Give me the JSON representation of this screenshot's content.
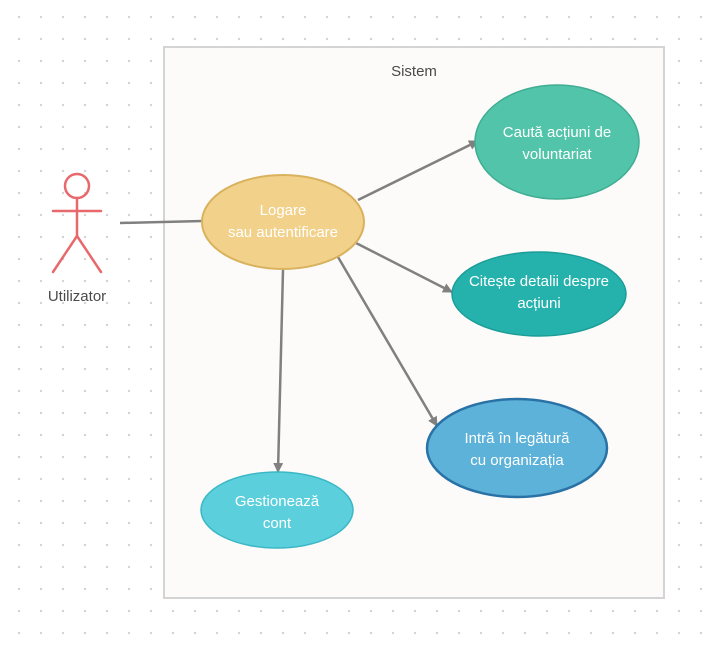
{
  "system": {
    "title": "Sistem"
  },
  "actor": {
    "name": "Utilizator",
    "color": "#e8696b"
  },
  "use_cases": [
    {
      "id": "login",
      "lines": [
        "Logare",
        "sau autentificare"
      ],
      "fill": "#f2d18a",
      "stroke": "#d9b25d"
    },
    {
      "id": "search",
      "lines": [
        "Caută  acțiuni de",
        "voluntariat"
      ],
      "fill": "#52c4a9",
      "stroke": "#40ad93"
    },
    {
      "id": "details",
      "lines": [
        "Citește detalii despre",
        "acțiuni"
      ],
      "fill": "#25b2ad",
      "stroke": "#1c9d98"
    },
    {
      "id": "contact",
      "lines": [
        "Intră în legătură",
        "cu organizația"
      ],
      "fill": "#5cb2d9",
      "stroke": "#2a72a6"
    },
    {
      "id": "account",
      "lines": [
        "Gestionează",
        "cont"
      ],
      "fill": "#5ccfdc",
      "stroke": "#3bb8c6"
    }
  ],
  "colors": {
    "connector": "#808080",
    "system_border": "#d4d4d4",
    "system_fill": "#fcfbfa"
  }
}
